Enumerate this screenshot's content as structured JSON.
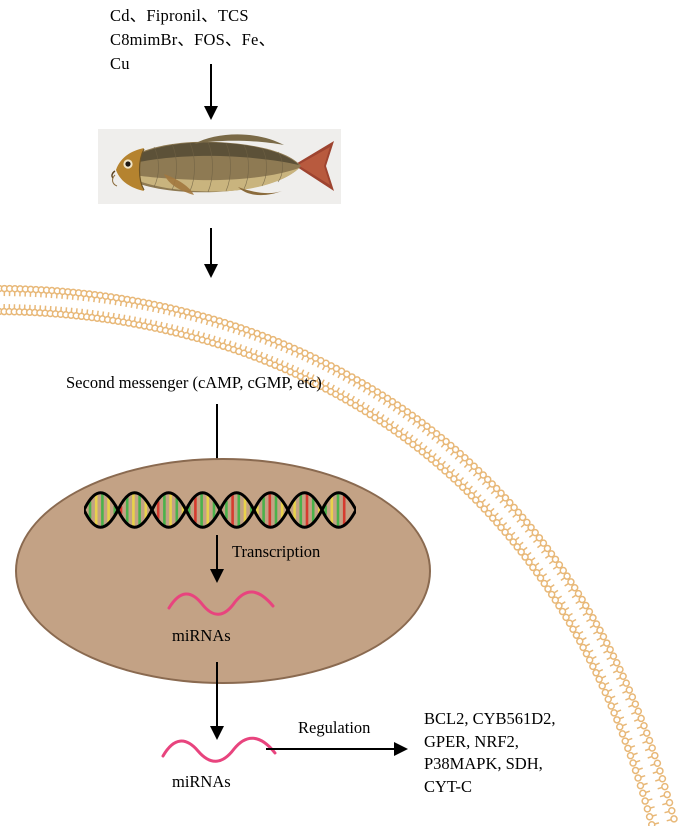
{
  "diagram": {
    "title": "Environmental contaminant exposure to fish and miRNA regulation pathway",
    "pollutants_label": "Cd、Fipronil、TCS\nC8mimBr、FOS、Fe、\nCu",
    "organism": "carp-fish-photo",
    "membrane_label": "phospholipid-bilayer",
    "second_messenger_label": "Second messenger (cAMP, cGMP, etc)",
    "dna_label": "dna-double-helix",
    "transcription_label": "Transcription",
    "mirnas_nuclear_label": "miRNAs",
    "mirnas_cytoplasm_label": "miRNAs",
    "regulation_label": "Regulation",
    "target_genes_label": "BCL2, CYB561D2,\nGPER, NRF2,\nP38MAPK, SDH,\nCYT-C",
    "colors": {
      "nucleus_fill": "#c3a285",
      "nucleus_stroke": "#8a6a50",
      "membrane": "#e8b878",
      "mirna_strand": "#e8447e",
      "dna_backbone": "#000000",
      "dna_rung_green": "#4bb24b",
      "dna_rung_yellow": "#e8d24b",
      "dna_rung_red": "#d63b2f",
      "arrow": "#000000",
      "image_bg": "#f2f2f0"
    }
  }
}
